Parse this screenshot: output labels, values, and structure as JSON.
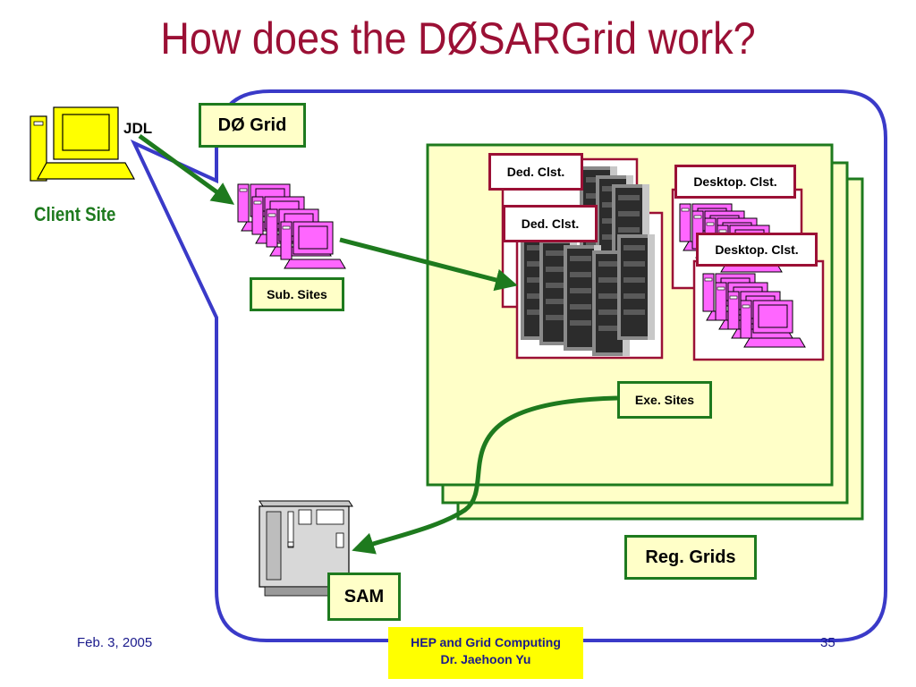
{
  "slide": {
    "title": "How does the DØSARGrid work?"
  },
  "labels": {
    "client_site": "Client Site",
    "jdl": "JDL",
    "d0_grid": "DØ Grid",
    "sub_sites": "Sub. Sites",
    "ded_clst_1": "Ded. Clst.",
    "ded_clst_2": "Ded. Clst.",
    "desktop_clst_1": "Desktop. Clst.",
    "desktop_clst_2": "Desktop. Clst.",
    "exe_sites": "Exe. Sites",
    "reg_grids": "Reg. Grids",
    "sam": "SAM"
  },
  "footer": {
    "date": "Feb. 3, 2005",
    "course": "HEP and Grid Computing",
    "author": "Dr. Jaehoon Yu",
    "page": "35"
  },
  "colors": {
    "title": "#9b1035",
    "green_border": "#1e7a1e",
    "red_border": "#9b1035",
    "callout_border": "#3a3ac8",
    "panel_fill": "#ffffc8",
    "magenta_pc": "#ff66ff",
    "yellow_pc": "#ffff00",
    "footer_highlight": "#ffff00"
  },
  "icons": [
    "client-computer-icon",
    "sub-site-computer-icon",
    "server-rack-icon",
    "desktop-computer-icon",
    "sam-server-icon"
  ]
}
